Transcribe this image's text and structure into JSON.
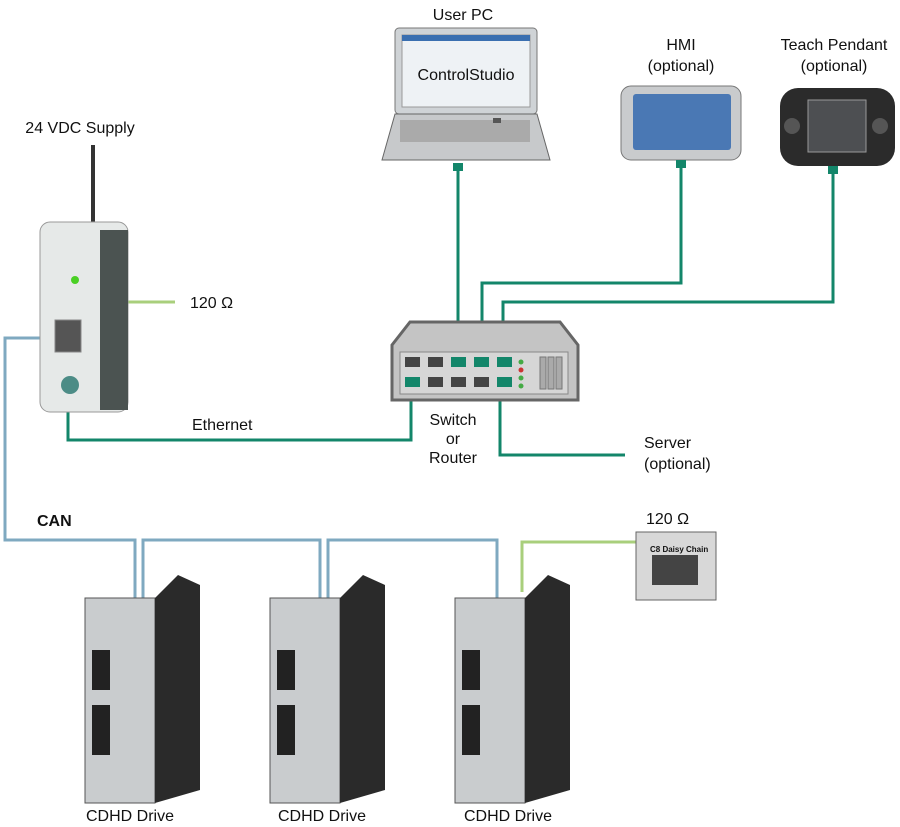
{
  "labels": {
    "user_pc": "User PC",
    "control_studio": "ControlStudio",
    "hmi": "HMI",
    "hmi_optional": "(optional)",
    "teach_pendant": "Teach Pendant",
    "pendant_optional": "(optional)",
    "supply": "24 VDC Supply",
    "term_top": "120 Ω",
    "ethernet": "Ethernet",
    "switch_1": "Switch",
    "switch_2": "or",
    "switch_3": "Router",
    "server": "Server",
    "server_optional": "(optional)",
    "can": "CAN",
    "term_can": "120 Ω",
    "daisy": "C8 Daisy Chain",
    "drive_1": "CDHD Drive",
    "drive_2": "CDHD Drive",
    "drive_3": "CDHD Drive"
  },
  "colors": {
    "ethernet": "#13866a",
    "can": "#7fa9c0",
    "terminator": "#a9cf7c"
  }
}
